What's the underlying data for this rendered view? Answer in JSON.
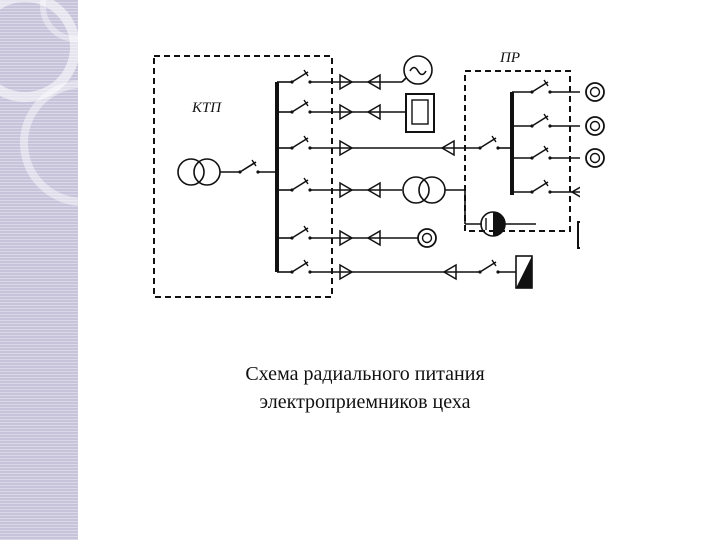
{
  "diagram": {
    "ktp_label": "КТП",
    "pr_label": "ПР"
  },
  "caption": {
    "line1": "Схема радиального питания",
    "line2": "электроприемников цеха"
  }
}
